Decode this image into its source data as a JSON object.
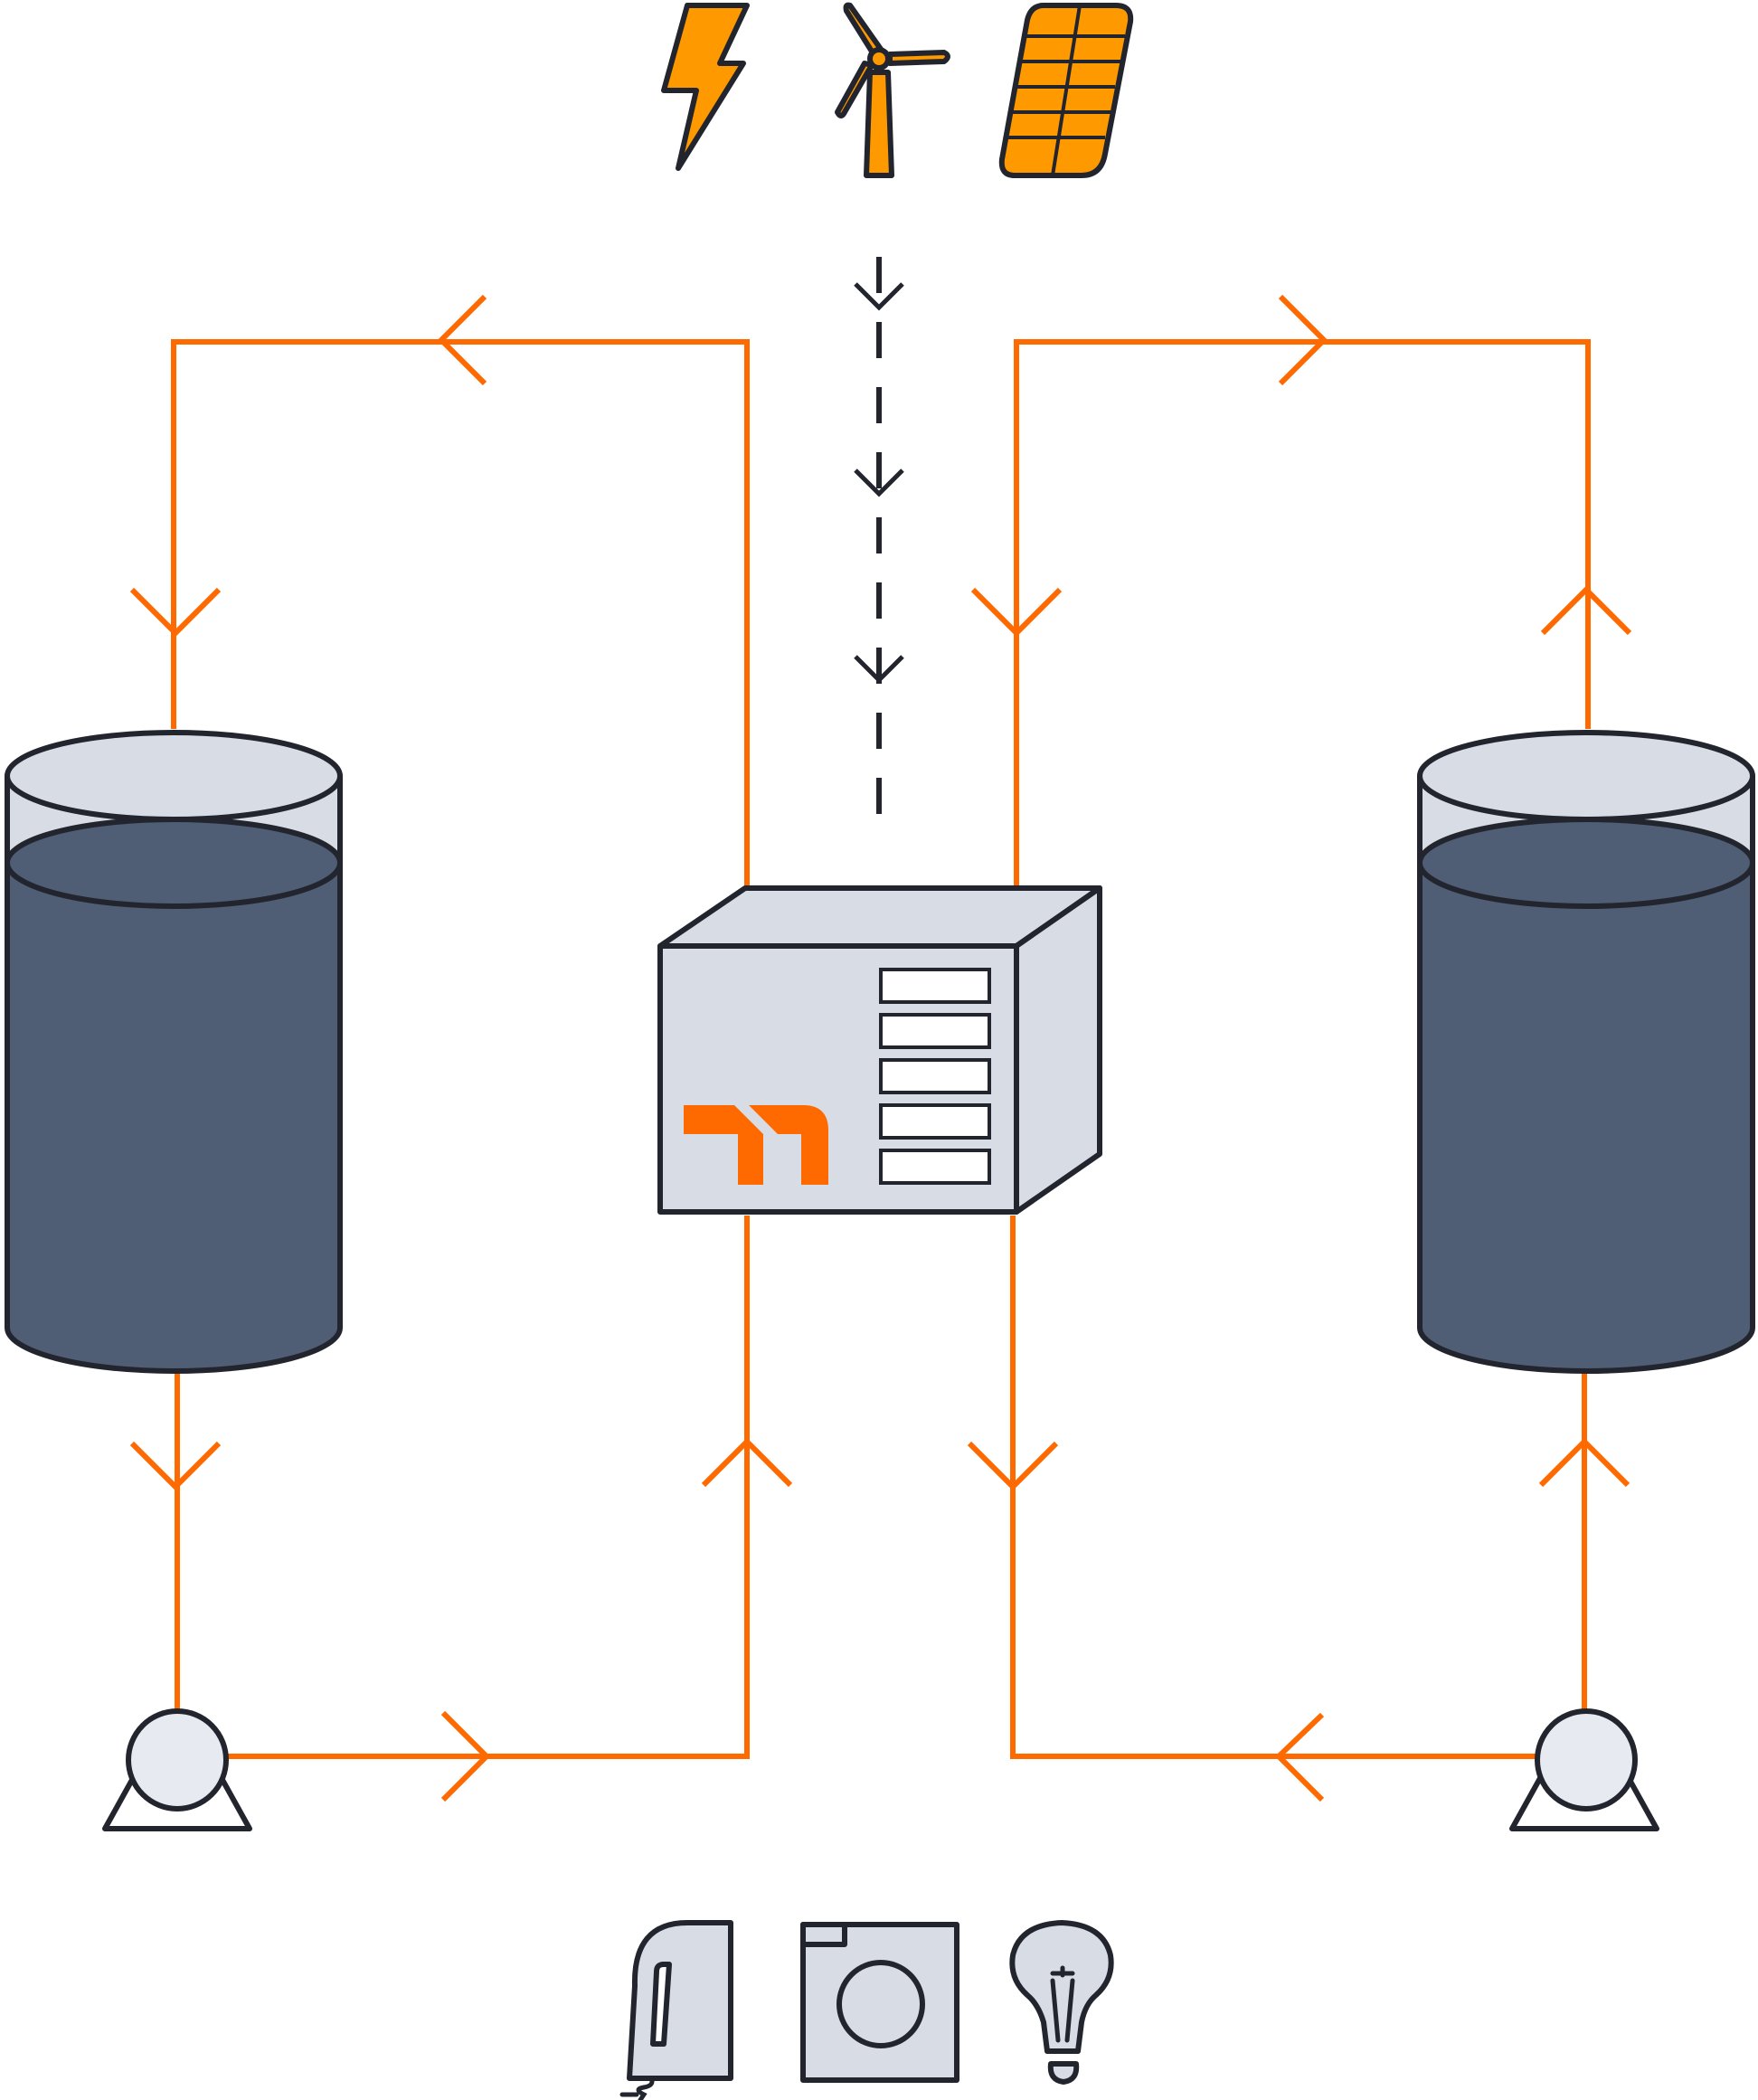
{
  "diagram": {
    "type": "redox-flow-battery-schematic",
    "energy_sources": [
      {
        "name": "lightning-icon"
      },
      {
        "name": "wind-turbine-icon"
      },
      {
        "name": "solar-panel-icon"
      }
    ],
    "consumers": [
      {
        "name": "hair-dryer-icon"
      },
      {
        "name": "washing-machine-icon"
      },
      {
        "name": "light-bulb-icon"
      }
    ],
    "components": [
      "left-electrolyte-tank",
      "right-electrolyte-tank",
      "left-pump",
      "right-pump",
      "power-stack-unit"
    ],
    "stack_indicator_slots": 5
  },
  "colors": {
    "pipe": "#ff6a00",
    "source_fill": "#ff9900",
    "outline": "#22252e",
    "tank_liquid": "#4f5d75",
    "tank_glass": "#d8dce5",
    "pump_fill": "#e8eaf2",
    "stack_fill": "#d8dce5",
    "logo": "#ff6a00"
  }
}
